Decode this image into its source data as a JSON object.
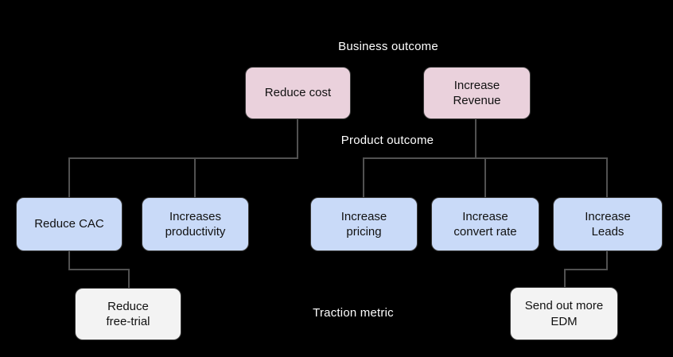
{
  "labels": {
    "business_outcome": "Business outcome",
    "product_outcome": "Product outcome",
    "traction_metric": "Traction metric"
  },
  "nodes": {
    "reduce_cost": {
      "label": "Reduce cost",
      "tier": "business outcome"
    },
    "increase_revenue": {
      "label": "Increase\nRevenue",
      "tier": "business outcome"
    },
    "reduce_cac": {
      "label": "Reduce CAC",
      "tier": "product outcome"
    },
    "increases_productivity": {
      "label": "Increases\nproductivity",
      "tier": "product outcome"
    },
    "increase_pricing": {
      "label": "Increase\npricing",
      "tier": "product outcome"
    },
    "increase_convert_rate": {
      "label": "Increase\nconvert rate",
      "tier": "product outcome"
    },
    "increase_leads": {
      "label": "Increase\nLeads",
      "tier": "product outcome"
    },
    "reduce_free_trial": {
      "label": "Reduce\nfree-trial",
      "tier": "traction metric"
    },
    "send_out_more_edm": {
      "label": "Send out more\nEDM",
      "tier": "traction metric"
    }
  },
  "edges": [
    {
      "from": "reduce_cost",
      "to": "reduce_cac"
    },
    {
      "from": "reduce_cost",
      "to": "increases_productivity"
    },
    {
      "from": "increase_revenue",
      "to": "increase_pricing"
    },
    {
      "from": "increase_revenue",
      "to": "increase_convert_rate"
    },
    {
      "from": "increase_revenue",
      "to": "increase_leads"
    },
    {
      "from": "reduce_cac",
      "to": "reduce_free_trial"
    },
    {
      "from": "increase_leads",
      "to": "send_out_more_edm"
    }
  ],
  "colors": {
    "background": "#000000",
    "business_outcome_fill": "#ead1dc",
    "product_outcome_fill": "#c9daf8",
    "traction_metric_fill": "#f3f3f3",
    "node_border": "#3a3a3a",
    "connector": "#515151",
    "label_text": "#ffffff",
    "node_text": "#111111"
  }
}
